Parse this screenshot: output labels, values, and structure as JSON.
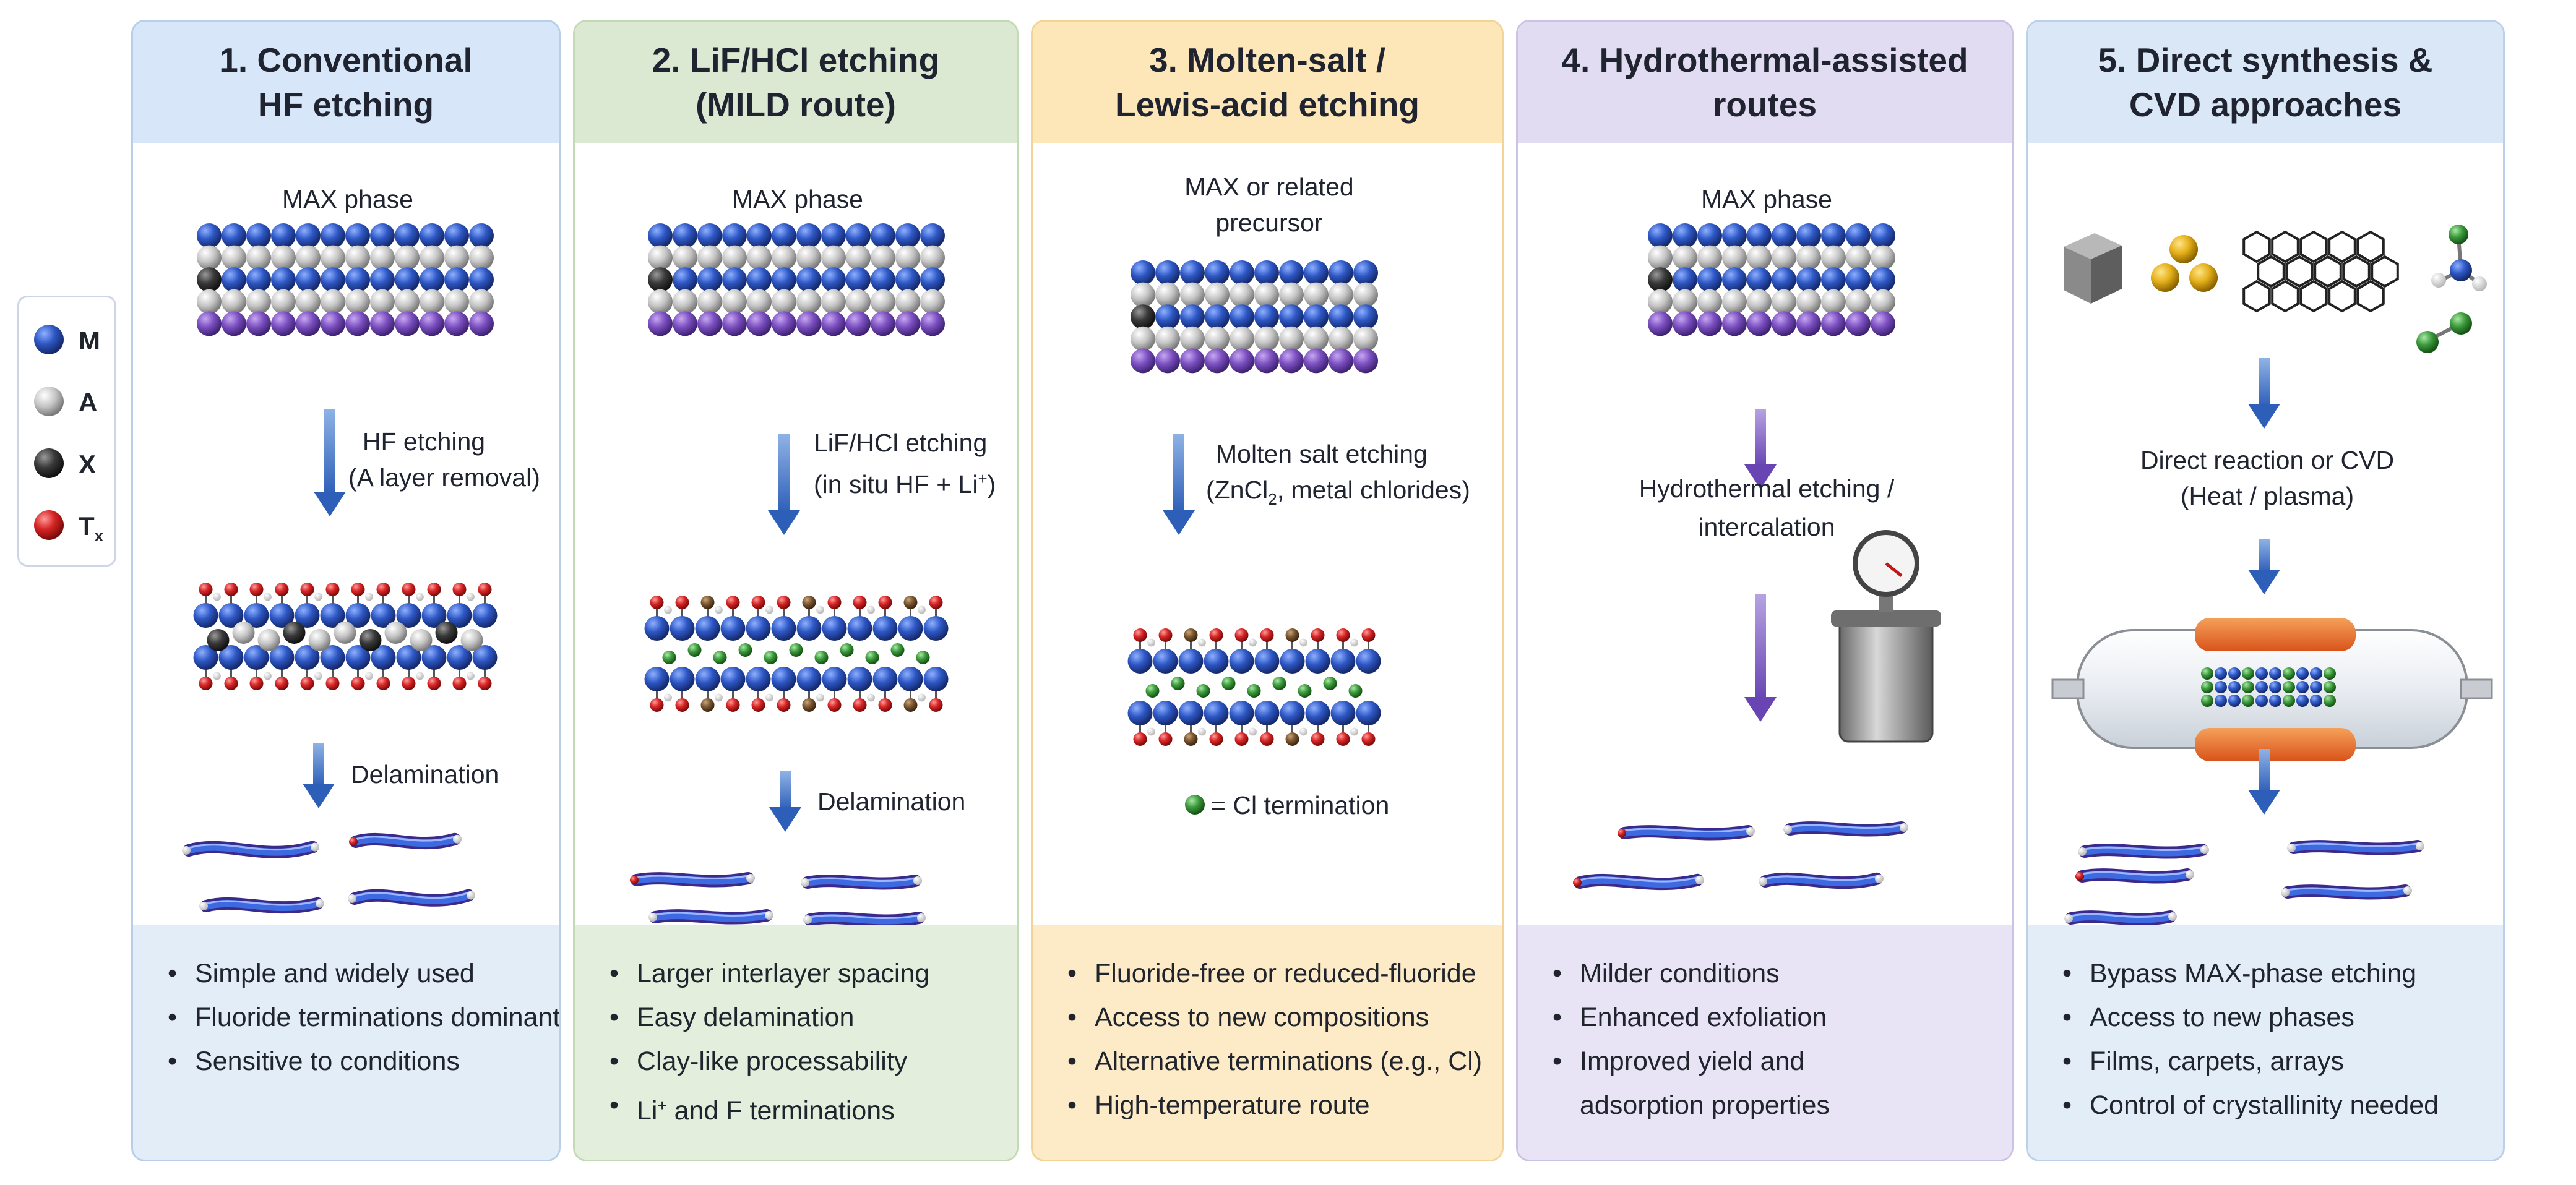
{
  "legend": {
    "items": [
      {
        "label": "M",
        "color": "#2b52b8",
        "icon": "blue-atom-icon"
      },
      {
        "label": "A",
        "color": "#c2c2c2",
        "icon": "gray-atom-icon"
      },
      {
        "label": "X",
        "color": "#333333",
        "icon": "black-atom-icon"
      },
      {
        "label": "T",
        "sub": "x",
        "color": "#d42020",
        "icon": "red-atom-icon"
      }
    ]
  },
  "panels": [
    {
      "title": "1. Conventional\nHF etching",
      "header_color": "#d7e6f8",
      "border_color": "#b9cfe9",
      "footer_color": "#e3edf8",
      "label_top": "MAX phase",
      "step_label_1": "HF etching",
      "step_label_2": "(A layer removal)",
      "step_label_3": "Delamination",
      "bullets": [
        "Simple and widely used",
        "Fluoride terminations dominant",
        "Sensitive to conditions"
      ]
    },
    {
      "title": "2. LiF/HCl etching\n(MILD route)",
      "header_color": "#dbe9d2",
      "border_color": "#c3dab5",
      "footer_color": "#e4eedd",
      "label_top": "MAX phase",
      "step_label_1a": "LiF/HCl etching",
      "step_label_1b_pre": "(in situ HF + Li",
      "step_label_1b_sup": "+",
      "step_label_1b_post": ")",
      "step_label_3": "Delamination",
      "bullets": [
        "Larger interlayer spacing",
        "Easy delamination",
        "Clay-like processability"
      ],
      "bullet_last_pre": "Li",
      "bullet_last_sup": "+",
      "bullet_last_post": " and F terminations"
    },
    {
      "title": "3. Molten-salt /\nLewis-acid etching",
      "header_color": "#fde7b8",
      "border_color": "#f3d496",
      "footer_color": "#fdebc7",
      "label_top_1": "MAX or related",
      "label_top_2": "precursor",
      "step_label_1": "Molten salt etching",
      "step_label_2_pre": "(ZnCl",
      "step_label_2_sub": "2",
      "step_label_2_post": ", metal chlorides)",
      "cl_note": "= Cl termination",
      "bullets": [
        "Fluoride-free or reduced-fluoride",
        "Access to new compositions",
        "Alternative terminations (e.g., Cl)",
        "High-temperature route"
      ]
    },
    {
      "title": "4. Hydrothermal-assisted\nroutes",
      "header_color": "#e2dcf2",
      "border_color": "#ccc2e6",
      "footer_color": "#e9e4f5",
      "label_top": "MAX phase",
      "step_label_1": "Hydrothermal etching /",
      "step_label_2": "intercalation",
      "bullets": [
        "Milder conditions",
        "Enhanced exfoliation",
        "Improved yield and",
        "adsorption properties"
      ]
    },
    {
      "title": "5. Direct synthesis &\nCVD approaches",
      "header_color": "#dae7f7",
      "border_color": "#bcd0ea",
      "footer_color": "#e3edf8",
      "step_label_1": "Direct reaction or CVD",
      "step_label_2": "(Heat / plasma)",
      "bullets": [
        "Bypass MAX-phase etching",
        "Access to new phases",
        "Films, carpets, arrays",
        "Control of crystallinity needed"
      ]
    }
  ]
}
